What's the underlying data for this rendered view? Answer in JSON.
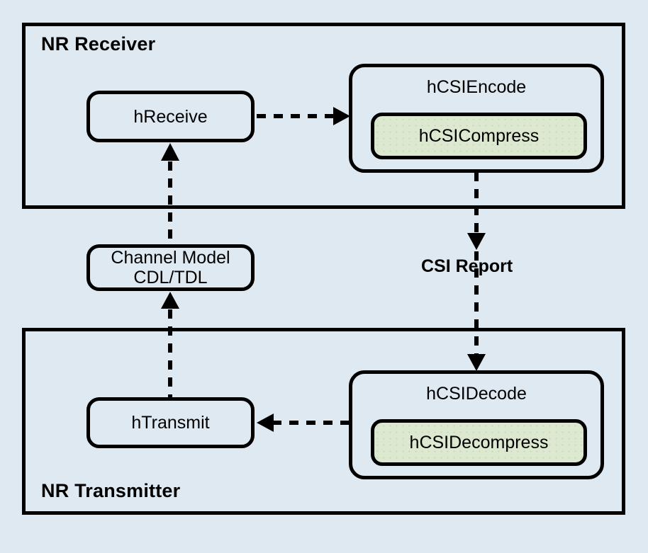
{
  "diagram": {
    "title": "NR CSI compression link-level simulation block diagram",
    "background_color": "#dfe9f1",
    "stroke_color": "#000000",
    "highlight_color": "#dce8cf"
  },
  "groups": [
    {
      "id": "nr-receiver",
      "label": "NR Receiver"
    },
    {
      "id": "nr-transmitter",
      "label": "NR Transmitter"
    }
  ],
  "blocks": [
    {
      "id": "hreceive",
      "label": "hReceive"
    },
    {
      "id": "channel-model",
      "label": "Channel Model\nCDL/TDL"
    },
    {
      "id": "htransmit",
      "label": "hTransmit"
    }
  ],
  "codecs": [
    {
      "id": "hcsiencode",
      "title": "hCSIEncode",
      "inner_label": "hCSICompress"
    },
    {
      "id": "hcsidecode",
      "title": "hCSIDecode",
      "inner_label": "hCSIDecompress"
    }
  ],
  "edges": [
    {
      "id": "hreceive-to-hcsiencode",
      "label": "",
      "style": "dashed",
      "direction": "right"
    },
    {
      "id": "hcsiencode-to-hcsidecode",
      "label": "CSI Report",
      "style": "dashed",
      "direction": "down"
    },
    {
      "id": "hcsidecode-to-htransmit",
      "label": "",
      "style": "dashed",
      "direction": "left"
    },
    {
      "id": "htransmit-to-channel-model",
      "label": "",
      "style": "dashed",
      "direction": "up"
    },
    {
      "id": "channel-model-to-hreceive",
      "label": "",
      "style": "dashed",
      "direction": "up"
    }
  ]
}
